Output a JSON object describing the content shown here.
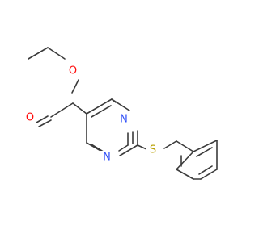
{
  "molecule": {
    "atoms": {
      "o_ester": {
        "symbol": "O",
        "color": "#ff0d0d"
      },
      "o_carbonyl": {
        "symbol": "O",
        "color": "#ff0d0d"
      },
      "n_top": {
        "symbol": "N",
        "color": "#3050f8"
      },
      "n_bottom": {
        "symbol": "N",
        "color": "#3050f8"
      },
      "s_thio": {
        "symbol": "S",
        "color": "#b8a000"
      }
    },
    "bond_color": "#3b3b3b",
    "background": "#ffffff"
  }
}
